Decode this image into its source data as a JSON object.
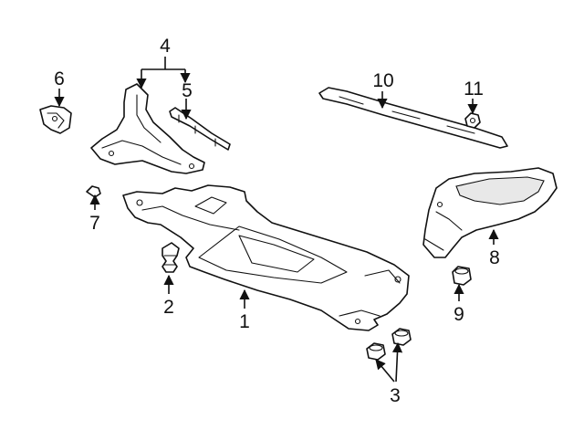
{
  "callouts": [
    {
      "id": "1",
      "text": "1"
    },
    {
      "id": "2",
      "text": "2"
    },
    {
      "id": "3",
      "text": "3"
    },
    {
      "id": "4",
      "text": "4"
    },
    {
      "id": "5",
      "text": "5"
    },
    {
      "id": "6",
      "text": "6"
    },
    {
      "id": "7",
      "text": "7"
    },
    {
      "id": "8",
      "text": "8"
    },
    {
      "id": "9",
      "text": "9"
    },
    {
      "id": "10",
      "text": "10"
    },
    {
      "id": "11",
      "text": "11"
    }
  ],
  "line_color": "#111111",
  "background": "#ffffff"
}
